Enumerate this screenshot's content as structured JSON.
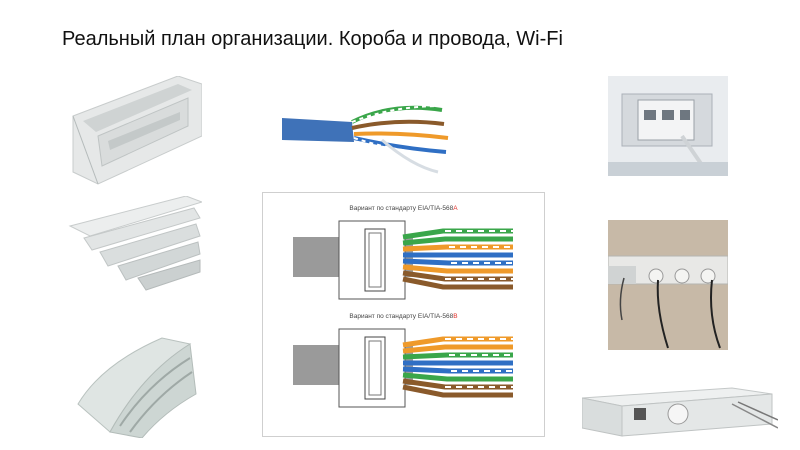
{
  "slide": {
    "title": "Реальный план организации. Короба и провода, Wi-Fi"
  },
  "diagram": {
    "standard_a_prefix": "Вариант по стандарту EIA/TIA-568",
    "standard_a_suffix": "A",
    "standard_b_prefix": "Вариант по стандарту EIA/TIA-568",
    "standard_b_suffix": "B"
  },
  "colors": {
    "duct": "#dfe3e2",
    "cable_jacket": "#3f72b8",
    "wire_green": "#3aa64a",
    "wire_orange": "#ef9a2a",
    "wire_blue": "#2f6fc4",
    "wire_brown": "#8a5a2b",
    "accent_red": "#e0302a"
  }
}
